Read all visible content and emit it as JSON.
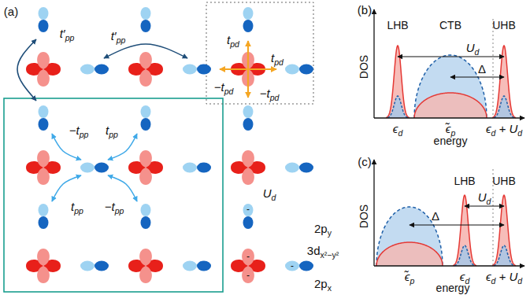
{
  "diagram": {
    "labels": [
      "(a)",
      "t′pp",
      "t′pp",
      "tpd",
      "tpd",
      "−tpd",
      "−tpd",
      "−tpp",
      "tpp",
      "tpp",
      "−tpp",
      "Ud",
      "2py",
      "3dx²−y²",
      "2px",
      "-",
      "-",
      "-",
      "-",
      "(b)",
      "DOS",
      "LHB",
      "CTB",
      "UHB",
      "Ud",
      "Δ",
      "ϵd",
      "ϵ̃p",
      "ϵd + Ud",
      "energy",
      "(c)",
      "DOS",
      "LHB",
      "UHB",
      "Ud",
      "Δ",
      "ϵ̃p",
      "ϵd",
      "ϵd + Ud",
      "energy"
    ]
  }
}
